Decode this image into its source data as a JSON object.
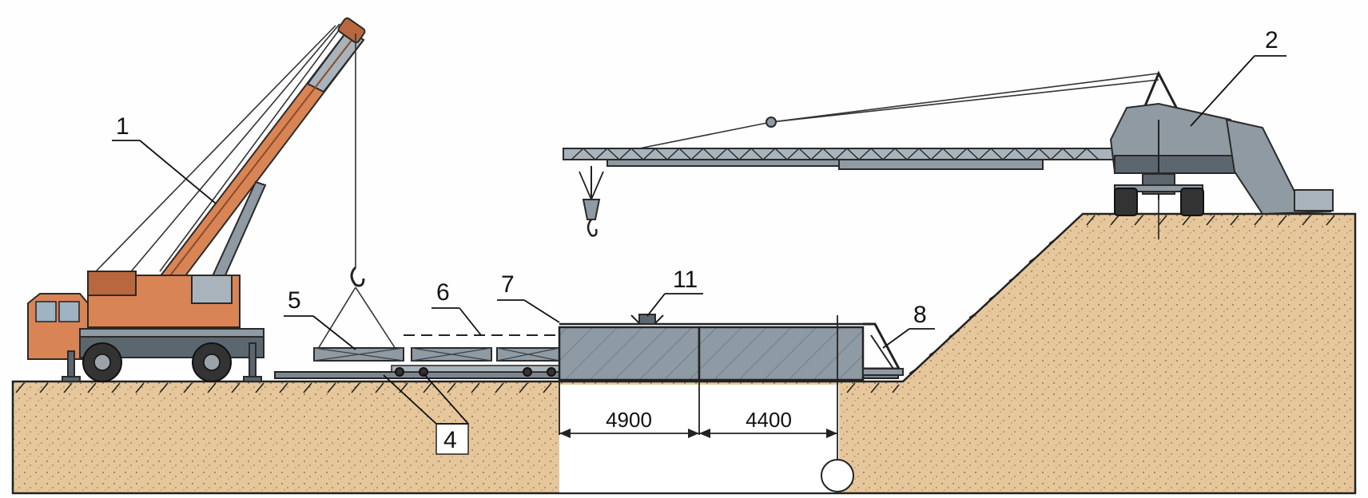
{
  "labels": {
    "l1": "1",
    "l2": "2",
    "l4": "4",
    "l5": "5",
    "l6": "6",
    "l7": "7",
    "l8": "8",
    "l11": "11"
  },
  "dimensions": {
    "d1": "4900",
    "d2": "4400"
  },
  "colors": {
    "soil": "#e6c79b",
    "crane_orange": "#d98455",
    "steel": "#8f9aa3",
    "block": "#8e9aa4"
  }
}
